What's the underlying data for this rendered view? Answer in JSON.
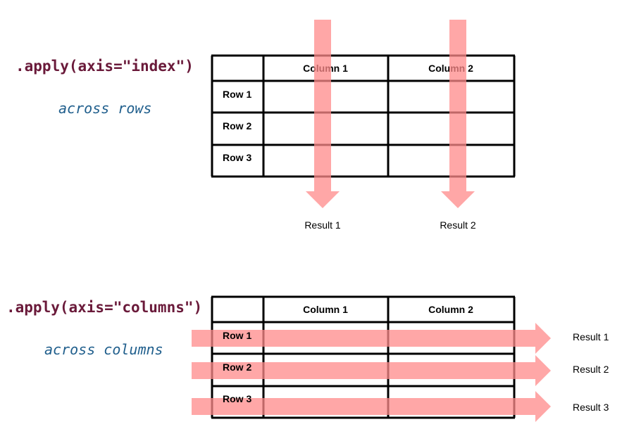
{
  "top": {
    "code": ".apply(axis=\"index\")",
    "description": "across rows",
    "columns": [
      "Column 1",
      "Column 2"
    ],
    "rows": [
      "Row 1",
      "Row 2",
      "Row 3"
    ],
    "results": [
      "Result 1",
      "Result 2"
    ]
  },
  "bottom": {
    "code": ".apply(axis=\"columns\")",
    "description": "across columns",
    "columns": [
      "Column 1",
      "Column 2"
    ],
    "rows": [
      "Row 1",
      "Row 2",
      "Row 3"
    ],
    "results": [
      "Result 1",
      "Result 2",
      "Result 3"
    ]
  },
  "colors": {
    "arrow": "#ff8a8a",
    "code": "#6a1a3a",
    "description": "#1f5e8c"
  }
}
